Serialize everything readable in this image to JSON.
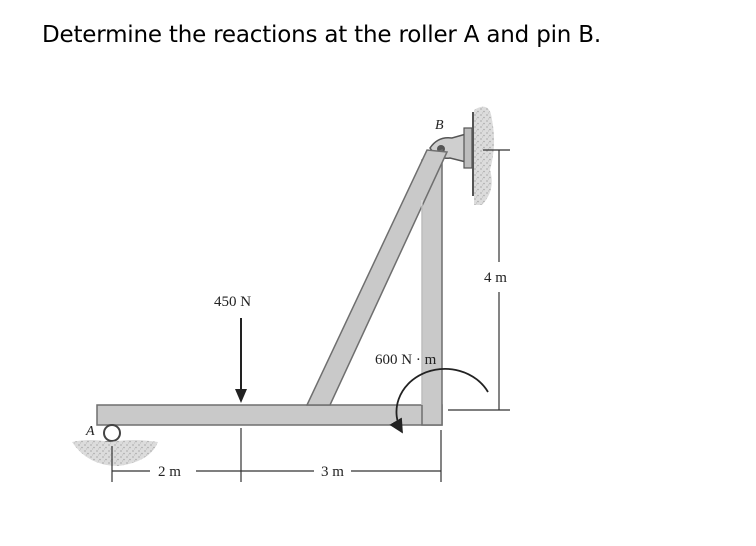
{
  "question": "Determine the reactions at the roller A and pin B.",
  "labels": {
    "point_a": "A",
    "point_b": "B",
    "load_force": "450 N",
    "couple_moment": "600 N · m",
    "dim_2m": "2 m",
    "dim_3m": "3 m",
    "dim_4m": "4 m"
  },
  "colors": {
    "member_fill": "#c9c9c9",
    "member_edge": "#6f6f6f",
    "ground": "#d6d6d6",
    "line": "#222222"
  }
}
